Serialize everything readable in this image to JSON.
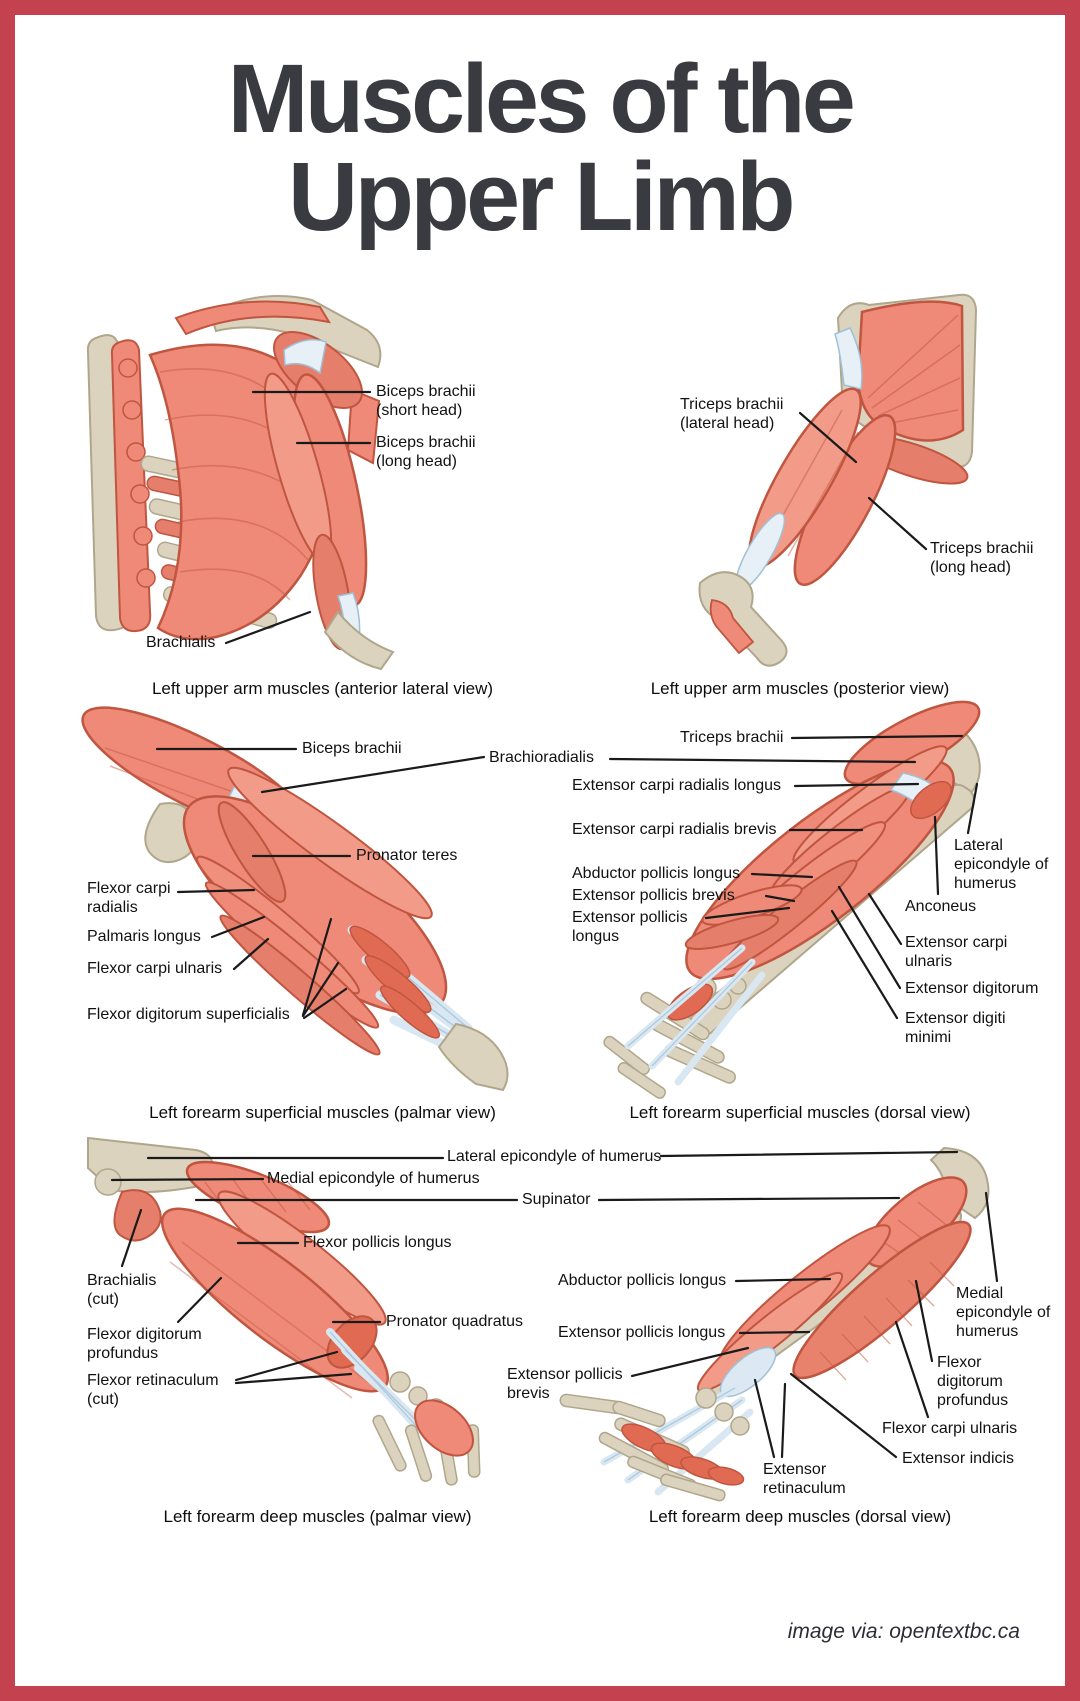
{
  "poster": {
    "title": "Muscles of the Upper Limb",
    "title_line1": "Muscles of the",
    "title_line2": "Upper Limb",
    "attribution": "image via: opentextbc.ca",
    "colors": {
      "frame_red": "#c4424f",
      "title_gray": "#3a3a41",
      "muscle_salmon": "#ee8a77",
      "muscle_outline": "#c05540",
      "bone_beige": "#dcd3be",
      "tendon_blue": "#dce9f2",
      "label_black": "#111111"
    }
  },
  "figures": [
    {
      "id": "upper-arm-anterior",
      "caption": "Left upper arm muscles (anterior lateral view)",
      "labels": [
        {
          "text": "Biceps brachii (short head)"
        },
        {
          "text": "Biceps brachii (long head)"
        },
        {
          "text": "Brachialis"
        }
      ]
    },
    {
      "id": "upper-arm-posterior",
      "caption": "Left upper arm muscles (posterior view)",
      "labels": [
        {
          "text": "Triceps brachii (lateral head)"
        },
        {
          "text": "Triceps brachii (long head)"
        }
      ]
    },
    {
      "id": "forearm-superficial-palmar",
      "caption": "Left forearm superficial muscles (palmar view)",
      "labels": [
        {
          "text": "Biceps brachii"
        },
        {
          "text": "Brachioradialis"
        },
        {
          "text": "Pronator teres"
        },
        {
          "text": "Flexor carpi radialis"
        },
        {
          "text": "Palmaris longus"
        },
        {
          "text": "Flexor carpi ulnaris"
        },
        {
          "text": "Flexor digitorum superficialis"
        }
      ]
    },
    {
      "id": "forearm-superficial-dorsal",
      "caption": "Left forearm superficial muscles (dorsal view)",
      "labels": [
        {
          "text": "Triceps brachii"
        },
        {
          "text": "Extensor carpi radialis longus"
        },
        {
          "text": "Extensor carpi radialis brevis"
        },
        {
          "text": "Abductor pollicis longus"
        },
        {
          "text": "Extensor pollicis brevis"
        },
        {
          "text": "Extensor pollicis longus"
        },
        {
          "text": "Lateral epicondyle of humerus"
        },
        {
          "text": "Anconeus"
        },
        {
          "text": "Extensor carpi ulnaris"
        },
        {
          "text": "Extensor digitorum"
        },
        {
          "text": "Extensor digiti minimi"
        }
      ]
    },
    {
      "id": "forearm-deep-palmar",
      "caption": "Left forearm deep muscles (palmar view)",
      "labels": [
        {
          "text": "Lateral epicondyle of humerus"
        },
        {
          "text": "Medial epicondyle of humerus"
        },
        {
          "text": "Supinator"
        },
        {
          "text": "Flexor pollicis longus"
        },
        {
          "text": "Brachialis (cut)"
        },
        {
          "text": "Flexor digitorum profundus"
        },
        {
          "text": "Flexor retinaculum (cut)"
        },
        {
          "text": "Pronator quadratus"
        }
      ]
    },
    {
      "id": "forearm-deep-dorsal",
      "caption": "Left forearm deep muscles (dorsal view)",
      "labels": [
        {
          "text": "Abductor pollicis longus"
        },
        {
          "text": "Extensor pollicis longus"
        },
        {
          "text": "Extensor pollicis brevis"
        },
        {
          "text": "Medial epicondyle of humerus"
        },
        {
          "text": "Flexor digitorum profundus"
        },
        {
          "text": "Flexor carpi ulnaris"
        },
        {
          "text": "Extensor indicis"
        },
        {
          "text": "Extensor retinaculum"
        }
      ]
    }
  ]
}
